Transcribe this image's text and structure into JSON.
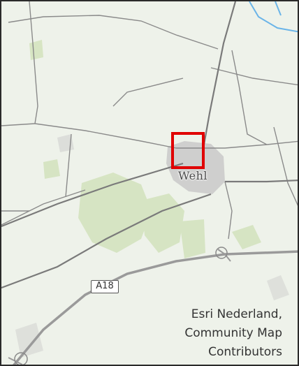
{
  "map": {
    "colors": {
      "background": "#eef2ea",
      "minor_road": "#8a8a8a",
      "major_road": "#7a7a7a",
      "highway": "#9a9a9a",
      "water": "#6ab4e8",
      "vegetation": "#cfe0b6",
      "urban": "#c9c9c9",
      "highlight": "#e00000"
    },
    "place_label": "Wehl",
    "road_shield": "A18",
    "attribution": {
      "line1": "Esri Nederland,",
      "line2": "Community Map",
      "line3": "Contributors"
    }
  }
}
